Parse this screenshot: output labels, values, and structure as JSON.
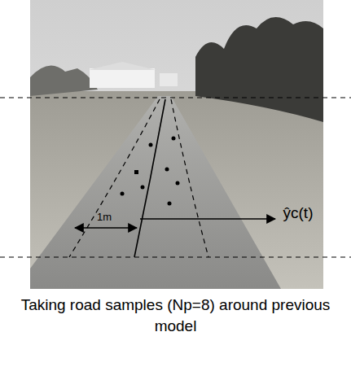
{
  "diagram": {
    "caption": "Taking road samples (Np=8) around previous model",
    "labels": [
      "1m",
      "ŷc(t)"
    ]
  }
}
